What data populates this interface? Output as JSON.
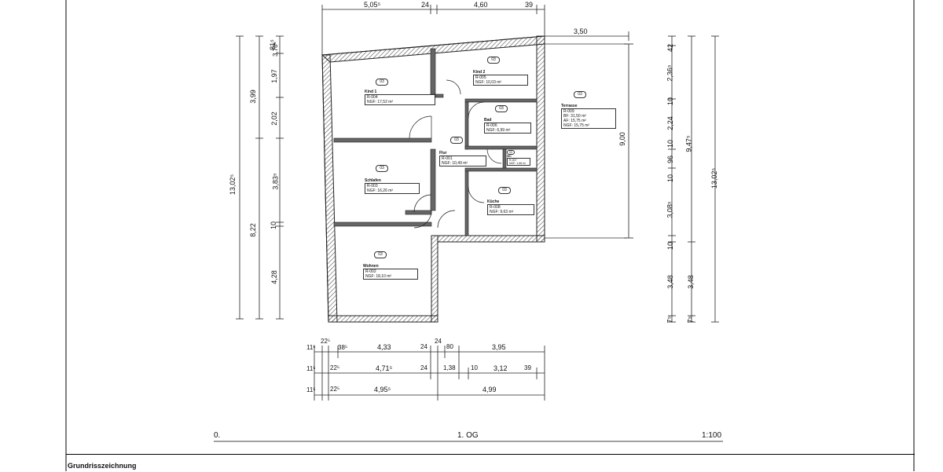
{
  "drawing": {
    "left_label": "0.",
    "floor_label": "1. OG",
    "scale_label": "1:100",
    "title_block_label": "Grundrisszeichnung"
  },
  "rooms": [
    {
      "id": "kind1",
      "level": "03",
      "name": "Kind 1",
      "code": "R-004",
      "lines": [
        "NGF: 17,52 m²"
      ]
    },
    {
      "id": "kind2",
      "level": "03",
      "name": "Kind 2",
      "code": "R-005",
      "lines": [
        "NGF: 10,03 m²"
      ]
    },
    {
      "id": "bad",
      "level": "03",
      "name": "Bad",
      "code": "R-006",
      "lines": [
        "NGF: 6,99 m²"
      ]
    },
    {
      "id": "flur",
      "level": "03",
      "name": "Flur",
      "code": "R-001",
      "lines": [
        "NGF: 10,49 m²"
      ]
    },
    {
      "id": "wc",
      "level": "03",
      "name": "WC",
      "code": "R-007",
      "lines": [
        "NGF: 1,66 m²"
      ]
    },
    {
      "id": "schlafen",
      "level": "03",
      "name": "Schlafen",
      "code": "R-003",
      "lines": [
        "NGF: 16,26 m²"
      ]
    },
    {
      "id": "kueche",
      "level": "03",
      "name": "Küche",
      "code": "R-008",
      "lines": [
        "NGF: 9,63 m²"
      ]
    },
    {
      "id": "wohnen",
      "level": "03",
      "name": "Wohnen",
      "code": "R-002",
      "lines": [
        "NGF: 18,10 m²"
      ]
    },
    {
      "id": "terrasse",
      "level": "03",
      "name": "Terrasse",
      "code": "R-009",
      "lines": [
        "BF: 31,50 m²",
        "AF: 15,75 m²",
        "NGF: 15,75 m²"
      ]
    }
  ],
  "dimensions": {
    "top": [
      "5,05⁵",
      "24",
      "4,60",
      "39"
    ],
    "terrace_width": "3,50",
    "terrace_height": "9,00",
    "left_outer": [
      "13,02⁵"
    ],
    "left_mid": [
      "3,99",
      "8,22"
    ],
    "left_inner": [
      "81⁵",
      "1,97",
      "2,02",
      "3,83⁵",
      "10",
      "4,28"
    ],
    "left_small": [
      "3,78⁵"
    ],
    "right_inner": [
      "42",
      "2,36⁵",
      "10",
      "2,24",
      "10",
      "96",
      "10",
      "3,08⁵",
      "10",
      "3,48",
      "7⁵"
    ],
    "right_mid": [
      "9,47⁵",
      "3,48",
      "7⁵"
    ],
    "right_outer": [
      "13,02⁵"
    ],
    "bottom_row1": [
      "11⁵",
      "22⁵",
      "38⁵",
      "4,33",
      "24",
      "24",
      "80",
      "3,95"
    ],
    "bottom_row2": [
      "11⁵",
      "22⁵",
      "4,71⁵",
      "24",
      "1,38",
      "10",
      "3,12",
      "39"
    ],
    "bottom_row3": [
      "11⁵",
      "22⁵",
      "4,95⁵",
      "4,99"
    ]
  }
}
